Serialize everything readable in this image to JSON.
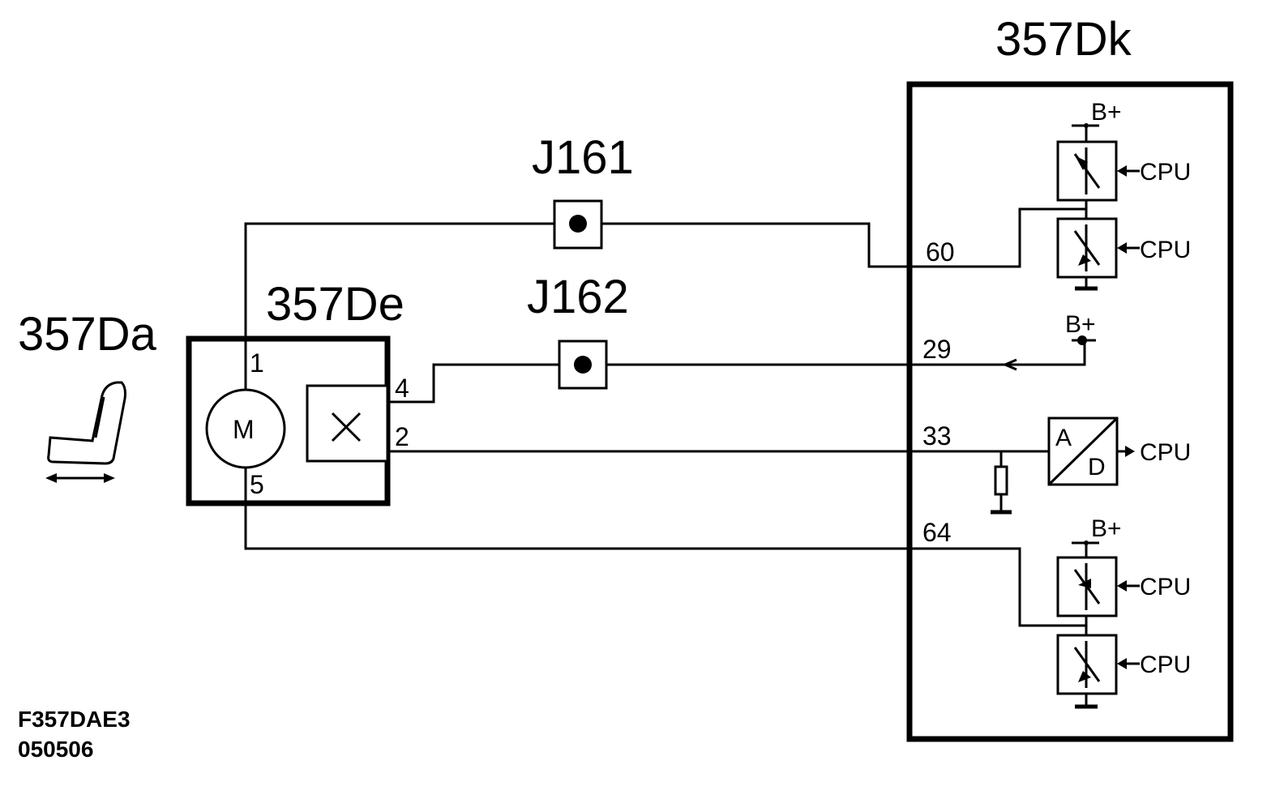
{
  "labels": {
    "module_357dk": "357Dk",
    "module_357de": "357De",
    "seat_357da": "357Da",
    "junction_j161": "J161",
    "junction_j162": "J162"
  },
  "pins": {
    "p1": "1",
    "p4": "4",
    "p2": "2",
    "p5": "5",
    "p60": "60",
    "p29": "29",
    "p33": "33",
    "p64": "64"
  },
  "motor_label": "M",
  "supply_label": "B+",
  "cpu_label": "CPU",
  "adc": {
    "a": "A",
    "d": "D"
  },
  "footer": {
    "code": "F357DAE3",
    "date": "050506"
  }
}
